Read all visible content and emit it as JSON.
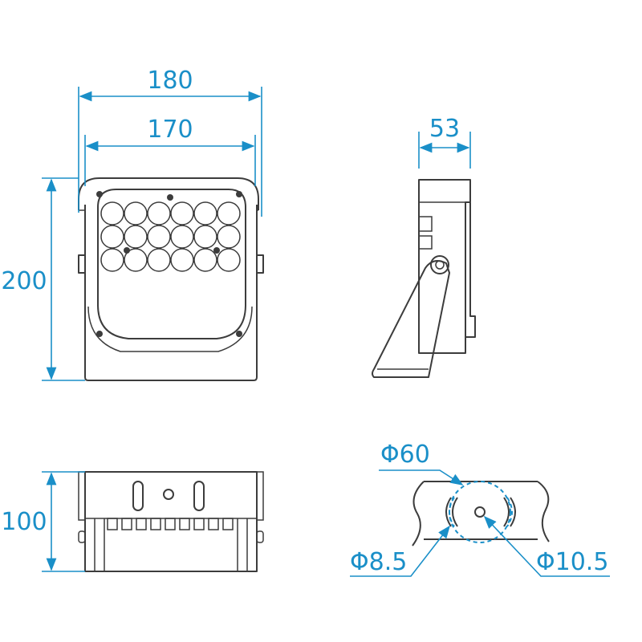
{
  "dimensions": {
    "width_outer": "180",
    "width_inner": "170",
    "height": "200",
    "depth": "53",
    "bottom_height": "100",
    "pole_diameter": "Φ60",
    "slot_width": "Φ8.5",
    "hole_diameter": "Φ10.5"
  },
  "views": [
    "front-view",
    "side-view",
    "bottom-view",
    "mount-detail"
  ],
  "colors": {
    "dimension": "#1a8fc8",
    "outline": "#3c3c3c"
  },
  "led_grid": {
    "rows": 3,
    "cols": 6
  }
}
